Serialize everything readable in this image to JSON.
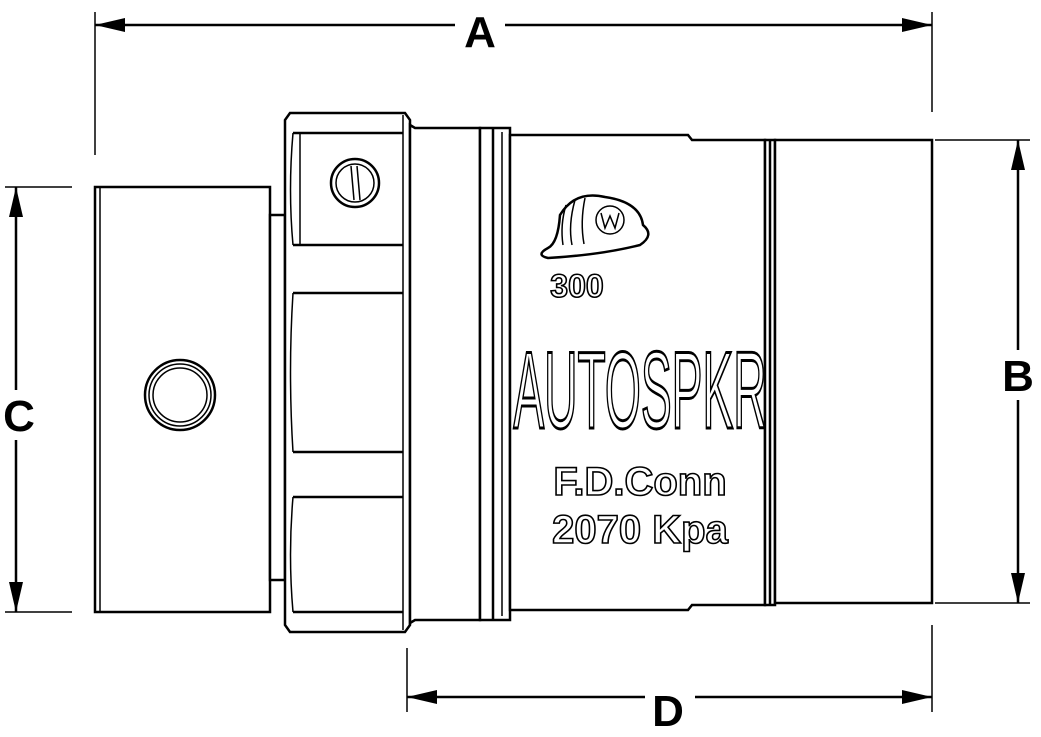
{
  "dimensions": {
    "a": "A",
    "b": "B",
    "c": "C",
    "d": "D"
  },
  "marking": {
    "logo": "fire helmet logo",
    "model": "300",
    "brand": "AUTOSPKR",
    "type": "F.D.Conn",
    "pressure": "2070 Kpa"
  }
}
